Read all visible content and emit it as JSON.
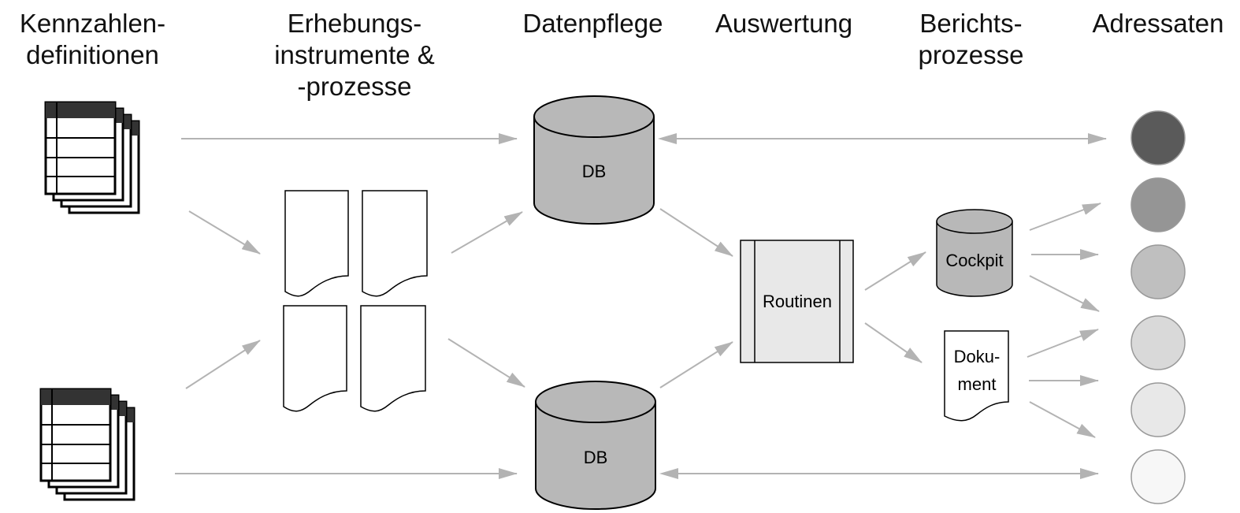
{
  "columns": {
    "definitions": "Kennzahlen-\ndefinitionen",
    "instruments": "Erhebungs-\ninstrumente &\n-prozesse",
    "maintenance": "Datenpflege",
    "evaluation": "Auswertung",
    "reporting": "Berichts-\nprozesse",
    "addressees": "Adressaten"
  },
  "nodes": {
    "db_top": "DB",
    "db_bottom": "DB",
    "routines": "Routinen",
    "cockpit": "Cockpit",
    "document_line1": "Doku-",
    "document_line2": "ment"
  },
  "colors": {
    "arrow": "#b3b3b3",
    "db_fill": "#b8b8b8",
    "routine_fill": "#e8e8e8",
    "addressee_fills": [
      "#5a5a5a",
      "#959595",
      "#bfbfbf",
      "#d9d9d9",
      "#e8e8e8",
      "#f7f7f7"
    ]
  }
}
